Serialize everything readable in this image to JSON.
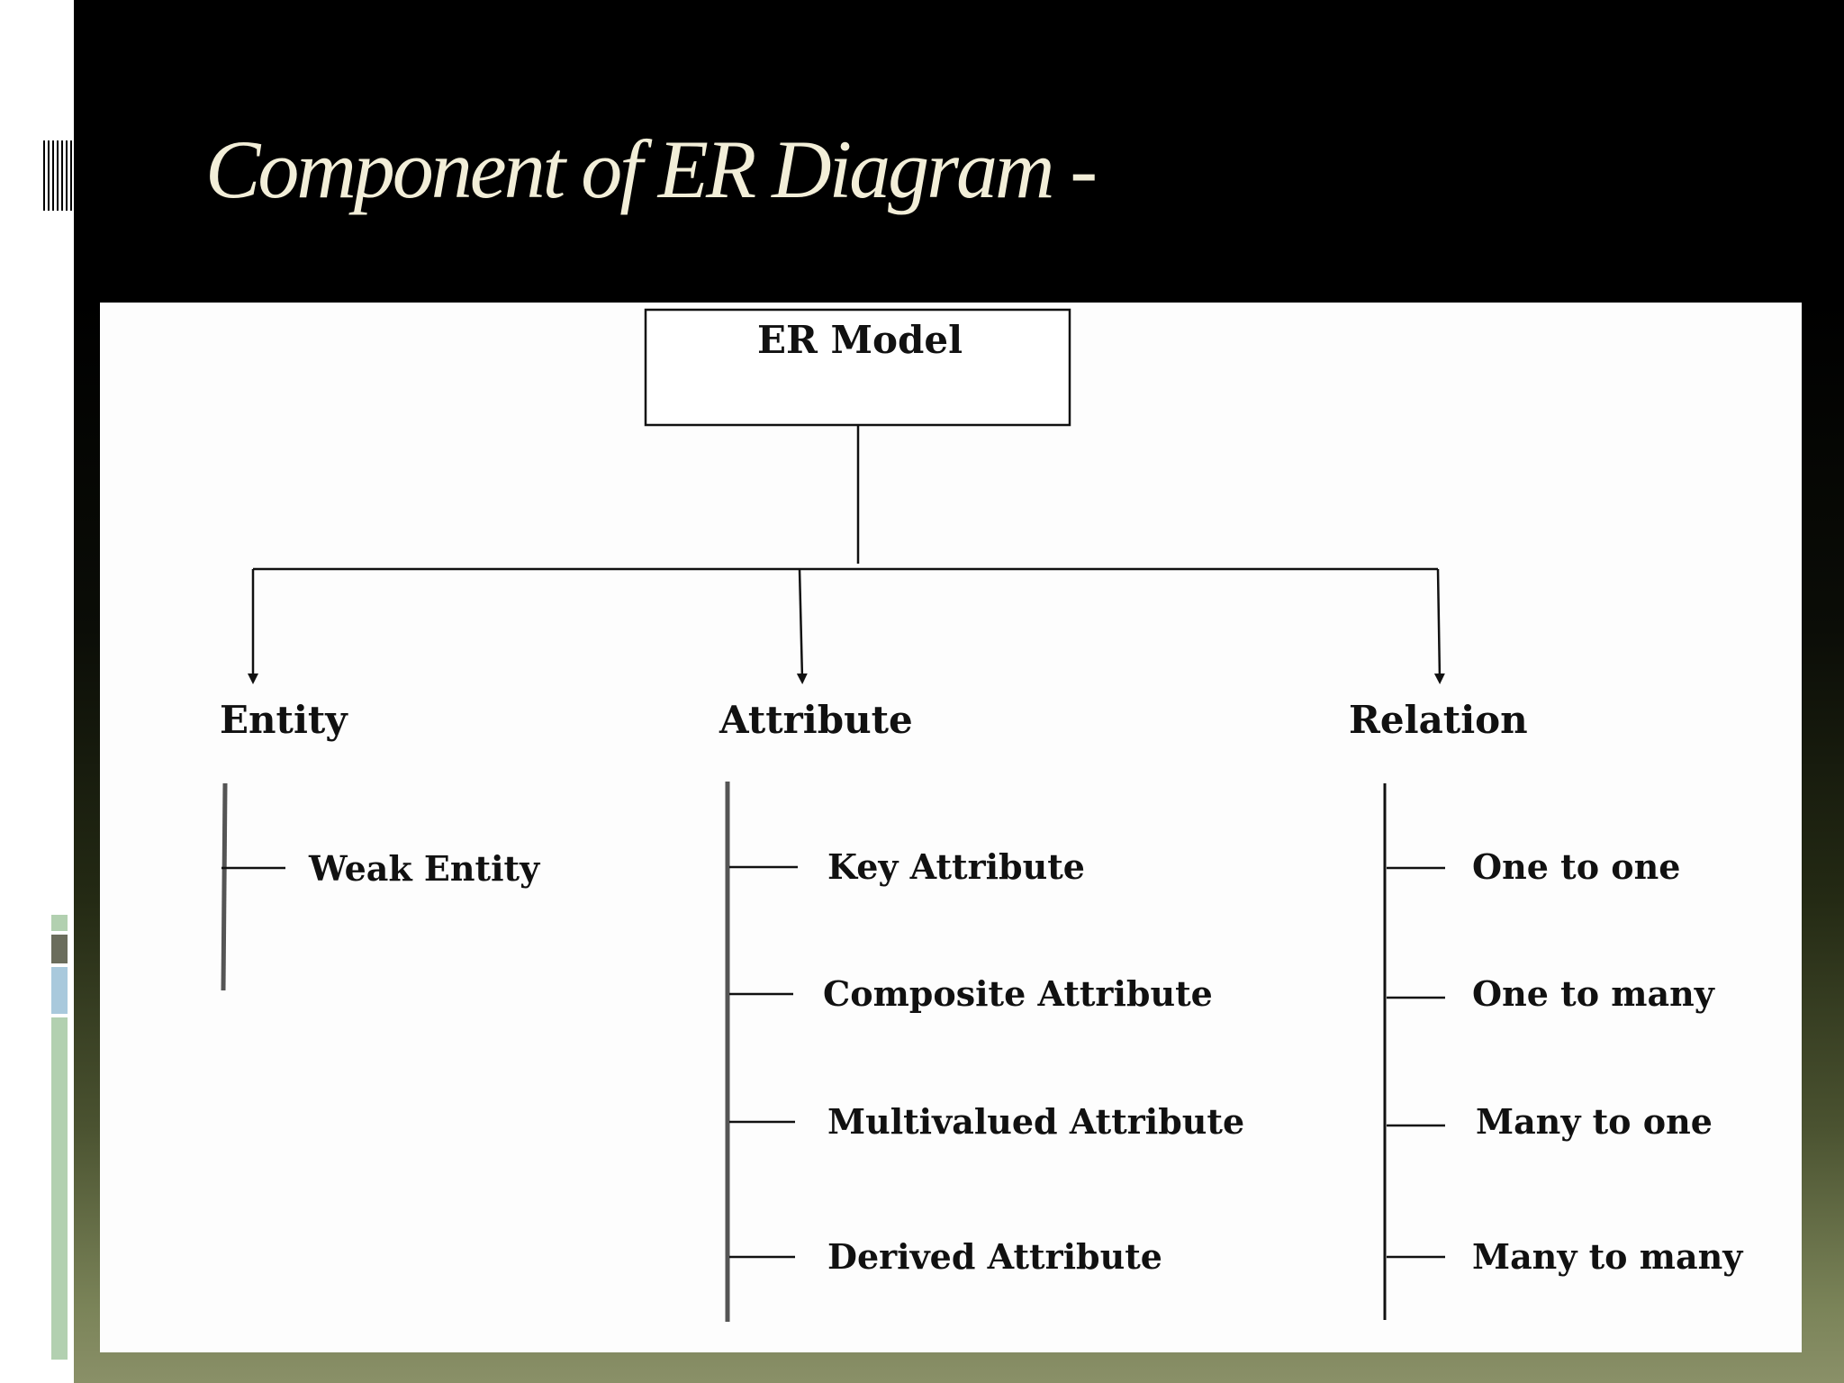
{
  "slide": {
    "title": "Component of ER Diagram -"
  },
  "diagram": {
    "root": "ER Model",
    "branches": [
      {
        "label": "Entity",
        "children": [
          "Weak Entity"
        ]
      },
      {
        "label": "Attribute",
        "children": [
          "Key Attribute",
          "Composite Attribute",
          "Multivalued Attribute",
          "Derived Attribute"
        ]
      },
      {
        "label": "Relation",
        "children": [
          "One to one",
          "One to many",
          "Many to one",
          "Many to many"
        ]
      }
    ]
  },
  "colors": {
    "title_text": "#f2eed8",
    "panel_background": "#fdfdfd",
    "line": "#111111",
    "accent_dark": "#6b6d5c",
    "accent_light_blue": "#a9c9dc",
    "accent_green": "#b2d0b0"
  }
}
